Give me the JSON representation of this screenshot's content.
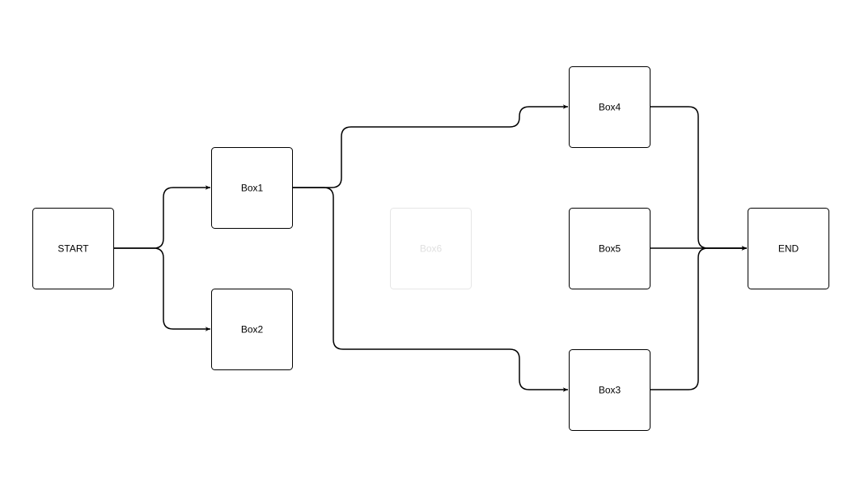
{
  "diagram": {
    "nodes": [
      {
        "id": "start",
        "label": "START",
        "faded": false
      },
      {
        "id": "box1",
        "label": "Box1",
        "faded": false
      },
      {
        "id": "box2",
        "label": "Box2",
        "faded": false
      },
      {
        "id": "box6",
        "label": "Box6",
        "faded": true
      },
      {
        "id": "box4",
        "label": "Box4",
        "faded": false
      },
      {
        "id": "box5",
        "label": "Box5",
        "faded": false
      },
      {
        "id": "box3",
        "label": "Box3",
        "faded": false
      },
      {
        "id": "end",
        "label": "END",
        "faded": false
      }
    ],
    "edges": [
      {
        "from": "start",
        "to": "box1"
      },
      {
        "from": "start",
        "to": "box2"
      },
      {
        "from": "box1",
        "to": "box4"
      },
      {
        "from": "box1",
        "to": "box3"
      },
      {
        "from": "box4",
        "to": "end"
      },
      {
        "from": "box5",
        "to": "end"
      },
      {
        "from": "box3",
        "to": "end"
      }
    ],
    "colors": {
      "stroke": "#000000",
      "faded_stroke": "#e6e6e6",
      "faded_text": "#e0e0e0",
      "background": "#ffffff"
    }
  }
}
